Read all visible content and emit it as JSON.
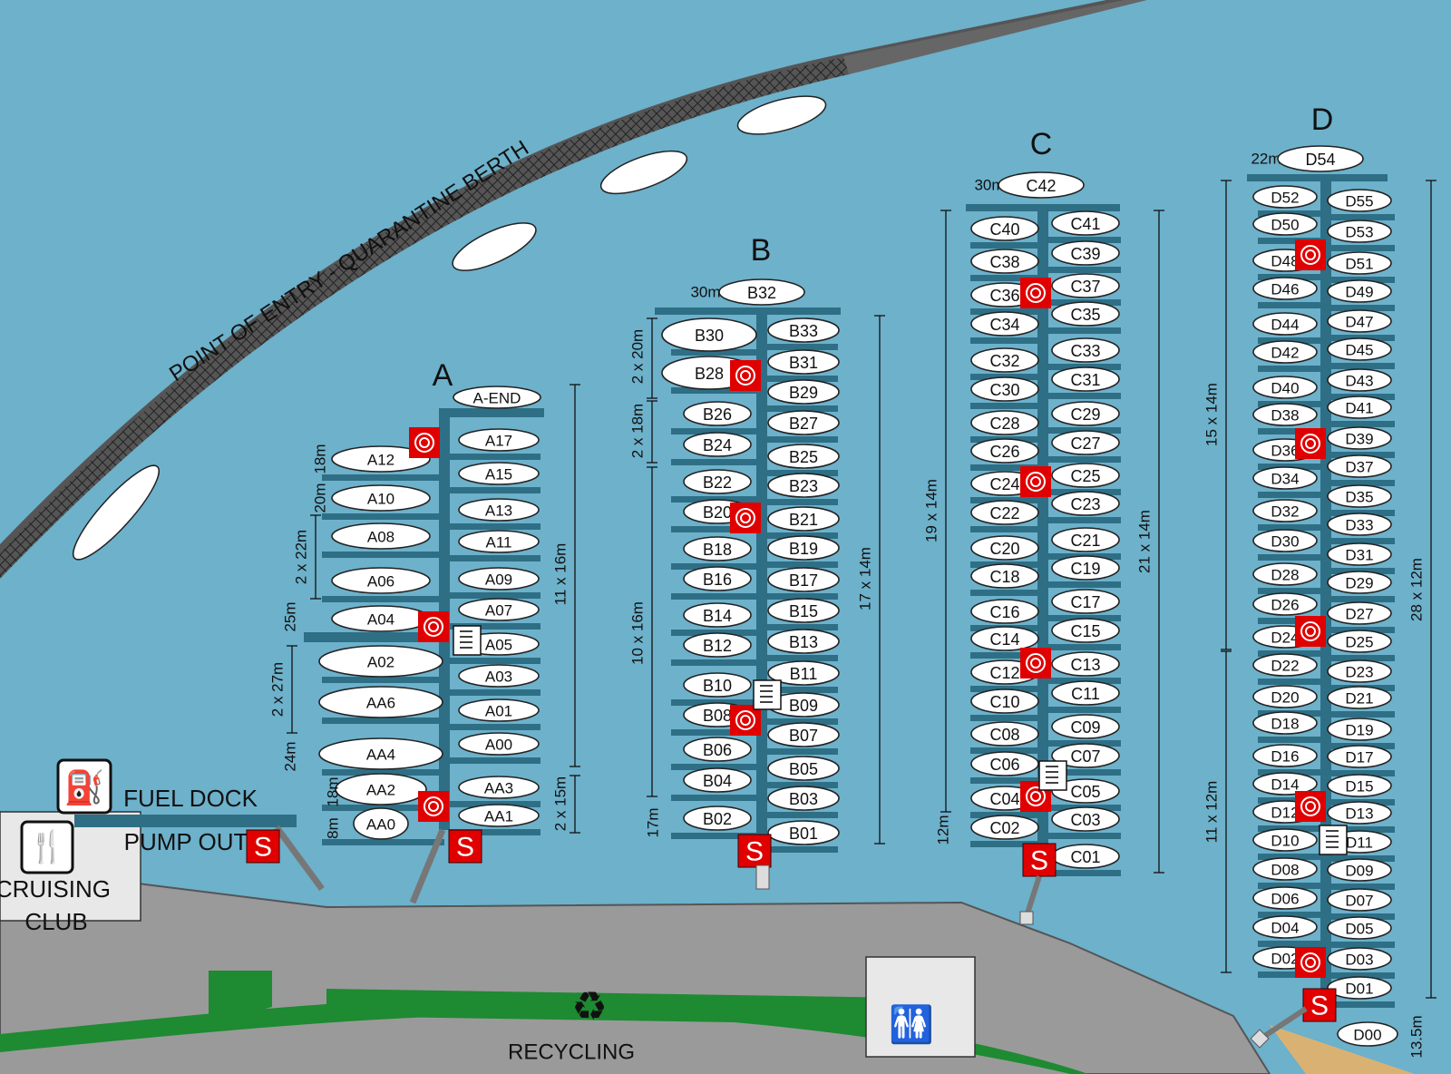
{
  "map": {
    "quarantine_label": "POINT OF ENTRY - QUARANTINE BERTH",
    "fuel_dock_label": "FUEL DOCK",
    "pump_out_label": "PUMP OUT",
    "cruising_club_label": "CRUISING CLUB",
    "recycling_label": "RECYCLING",
    "sewage_symbol": "S",
    "colors": {
      "water": "#6db1cb",
      "pier": "#2e6f86",
      "berth": "#ffffff",
      "hazard": "#e00000",
      "land": "#9a9a9a",
      "grass": "#1e8a32"
    }
  },
  "piers": {
    "a": {
      "name": "A",
      "end_berth": "A-END",
      "left": [
        "A12",
        "A10",
        "A08",
        "A06",
        "A04",
        "A02",
        "AA6",
        "AA4",
        "AA2",
        "AA0"
      ],
      "right": [
        "A17",
        "A15",
        "A13",
        "A11",
        "A09",
        "A07",
        "A05",
        "A03",
        "A01",
        "A00",
        "AA3",
        "AA1"
      ],
      "left_dims": [
        "18m",
        "20m",
        "2 x 22m",
        "25m",
        "2 x 27m",
        "24m",
        "18m",
        "8m"
      ],
      "right_dims": [
        "11 x 16m",
        "2 x 15m"
      ]
    },
    "b": {
      "name": "B",
      "end_berth": "B32",
      "end_length": "30m",
      "left": [
        "B30",
        "B28",
        "B26",
        "B24",
        "B22",
        "B20",
        "B18",
        "B16",
        "B14",
        "B12",
        "B10",
        "B08",
        "B06",
        "B04",
        "B02"
      ],
      "right": [
        "B33",
        "B31",
        "B29",
        "B27",
        "B25",
        "B23",
        "B21",
        "B19",
        "B17",
        "B15",
        "B13",
        "B11",
        "B09",
        "B07",
        "B05",
        "B03",
        "B01"
      ],
      "left_dims": [
        "2 x 20m",
        "2 x 18m",
        "10 x 16m",
        "17m"
      ],
      "right_dims": [
        "17 x 14m"
      ]
    },
    "c": {
      "name": "C",
      "end_berth": "C42",
      "end_length": "30m",
      "left": [
        "C40",
        "C38",
        "C36",
        "C34",
        "C32",
        "C30",
        "C28",
        "C26",
        "C24",
        "C22",
        "C20",
        "C18",
        "C16",
        "C14",
        "C12",
        "C10",
        "C08",
        "C06",
        "C04",
        "C02"
      ],
      "right": [
        "C41",
        "C39",
        "C37",
        "C35",
        "C33",
        "C31",
        "C29",
        "C27",
        "C25",
        "C23",
        "C21",
        "C19",
        "C17",
        "C15",
        "C13",
        "C11",
        "C09",
        "C07",
        "C05",
        "C03",
        "C01"
      ],
      "left_dims": [
        "19 x 14m",
        "12m"
      ],
      "right_dims": [
        "21 x 14m"
      ]
    },
    "d": {
      "name": "D",
      "end_berth": "D54",
      "end_length": "22m",
      "left": [
        "D52",
        "D50",
        "D48",
        "D46",
        "D44",
        "D42",
        "D40",
        "D38",
        "D36",
        "D34",
        "D32",
        "D30",
        "D28",
        "D26",
        "D24",
        "D22",
        "D20",
        "D18",
        "D16",
        "D14",
        "D12",
        "D10",
        "D08",
        "D06",
        "D04",
        "D02"
      ],
      "right": [
        "D55",
        "D53",
        "D51",
        "D49",
        "D47",
        "D45",
        "D43",
        "D41",
        "D39",
        "D37",
        "D35",
        "D33",
        "D31",
        "D29",
        "D27",
        "D25",
        "D23",
        "D21",
        "D19",
        "D17",
        "D15",
        "D13",
        "D11",
        "D09",
        "D07",
        "D05",
        "D03",
        "D01"
      ],
      "extra_berth": "D00",
      "left_dims": [
        "15 x 14m",
        "11 x 12m"
      ],
      "right_dims": [
        "28 x 12m",
        "13.5m"
      ]
    }
  }
}
